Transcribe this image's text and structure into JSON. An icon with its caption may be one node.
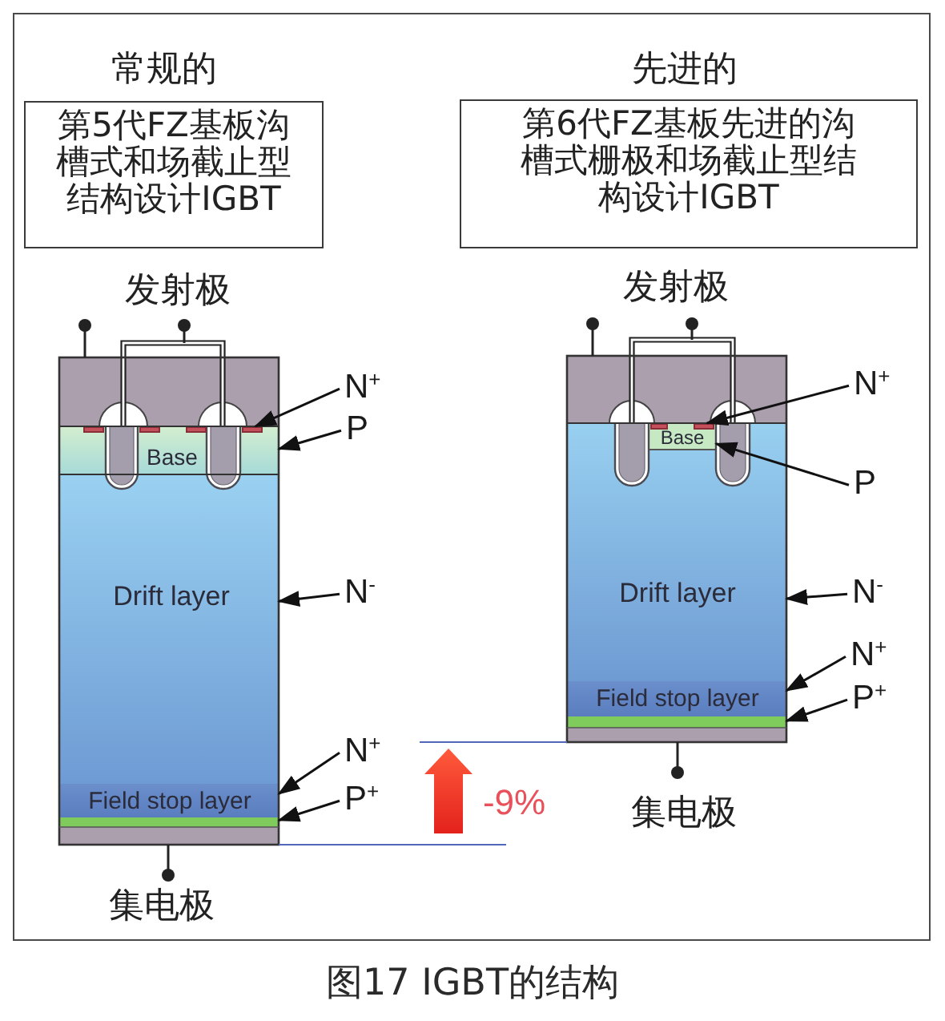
{
  "diagram": {
    "caption": "图17 IGBT的结构",
    "nodes": [
      {
        "text": [
          "常规的",
          "第5代FZ基板沟槽式和场截止型结构设计IGBT"
        ]
      },
      {
        "text": [
          "先进的",
          "第6代FZ基板先进的沟槽式栅极和场截止型结构设计IGBT"
        ]
      },
      {
        "text": [
          "Base"
        ]
      },
      {
        "text": [],
        "shape": "box",
        "in": 2
      },
      {
        "text": [
          "Drift layer"
        ]
      },
      {
        "text": [
          "Field stop layer"
        ]
      },
      {
        "text": [],
        "shape": "bar"
      },
      {
        "text": [
          "N$^{+}$"
        ]
      },
      {
        "text": [
          "P"
        ]
      },
      {
        "text": [
          "N$^{-}$"
        ]
      },
      {
        "text": [
          "N$^{+}$"
        ]
      },
      {
        "text": [
          "P$^{+}$"
        ]
      },
      {
        "text": [
          "Drift layer"
        ]
      },
      {
        "text": [
          "Base"
        ],
        "in": 12
      },
      {
        "text": [],
        "shape": "box",
        "in": 13
      },
      {
        "text": [
          "Field stop layer"
        ]
      },
      {
        "text": [],
        "shape": "bar"
      },
      {
        "text": [
          "N$^{+}$"
        ]
      },
      {
        "text": [
          "P"
        ]
      },
      {
        "text": [
          "N$^{-}$"
        ]
      },
      {
        "text": [
          "N$^{+}$"
        ]
      },
      {
        "text": [
          "P$^{+}$"
        ]
      }
    ],
    "edges": [
      {
        "from": 7,
        "to": 3,
        "arrow": "to"
      },
      {
        "from": 8,
        "to": 2,
        "arrow": "to"
      },
      {
        "from": 9,
        "to": 4,
        "arrow": "to"
      },
      {
        "from": 10,
        "to": 5,
        "arrow": "to"
      },
      {
        "from": 11,
        "to": 6,
        "arrow": "to"
      },
      {
        "from": 17,
        "to": 14,
        "arrow": "to"
      },
      {
        "from": 18,
        "to": 13,
        "arrow": "to"
      },
      {
        "from": 19,
        "to": 12,
        "arrow": "to"
      },
      {
        "from": 20,
        "to": 15,
        "arrow": "to"
      },
      {
        "from": 21,
        "to": 16,
        "arrow": "to"
      }
    ],
    "labels": [
      "发射极",
      "发射极",
      "-9%",
      "集电极",
      "集电极"
    ]
  }
}
